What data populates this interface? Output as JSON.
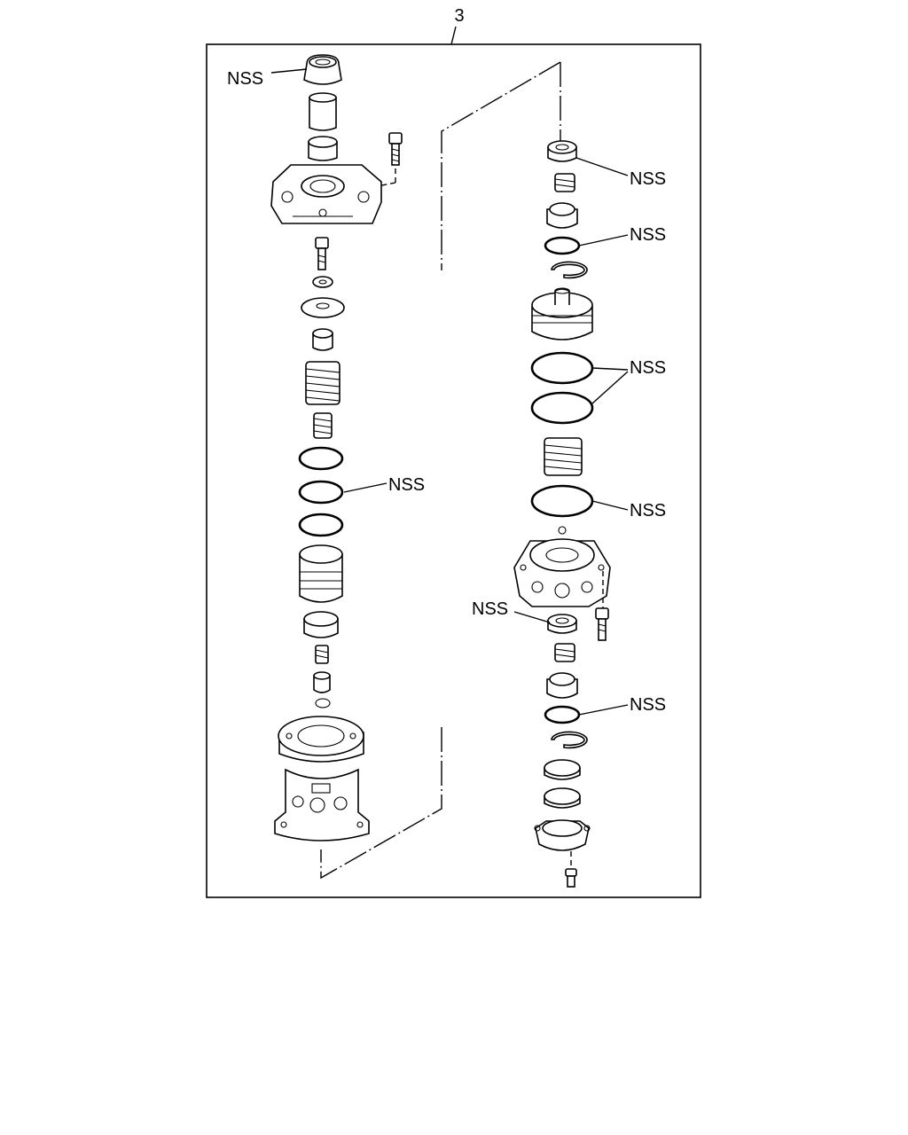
{
  "diagram": {
    "callout_number": "3",
    "labels": {
      "top_cap": "NSS",
      "left_oring": "NSS",
      "right_seal_top": "NSS",
      "right_oring_1": "NSS",
      "right_large_orings": "NSS",
      "right_oring_lower": "NSS",
      "right_seal_lower": "NSS",
      "right_oring_bottom": "NSS"
    }
  }
}
